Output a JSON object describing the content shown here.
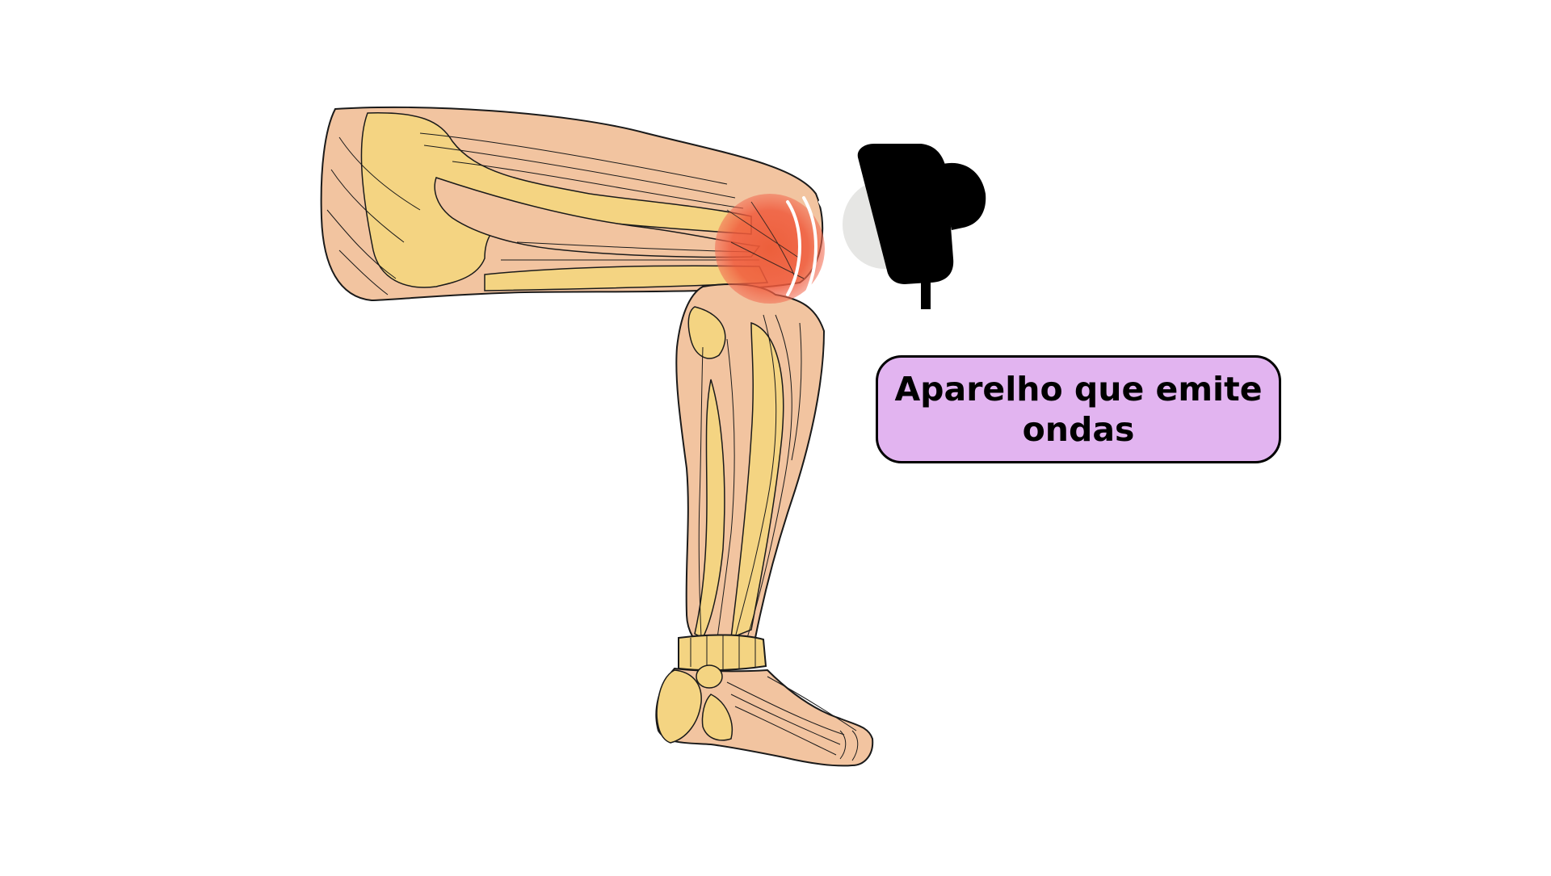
{
  "colors": {
    "background": "#ffffff",
    "muscle": "#f2c4a0",
    "tendon": "#f4d482",
    "inflammation": "#f05a3c",
    "device": "#000000",
    "device_head": "#e6e6e4",
    "label_fill": "#e2b4f0",
    "outline": "#1a1a1a"
  },
  "illustration": {
    "subject": "leg-anatomy-muscles",
    "highlight": "knee-inflammation",
    "device": "wave-emitting-device"
  },
  "label": {
    "text": "Aparelho que emite ondas"
  }
}
